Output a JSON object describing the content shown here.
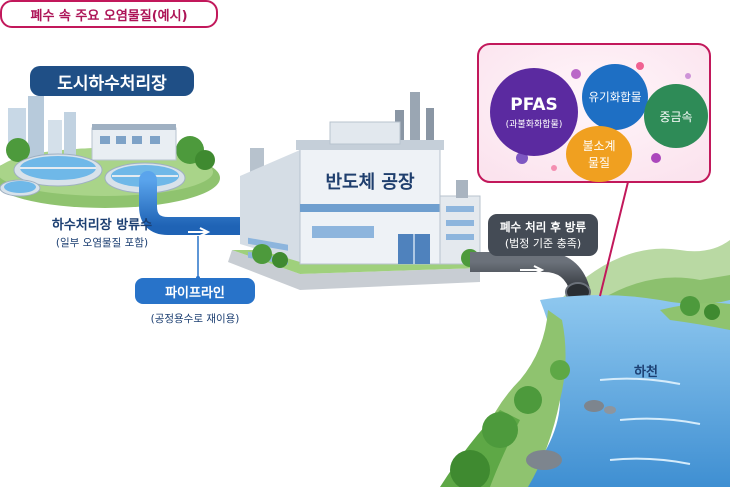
{
  "title": "도시하수처리장",
  "sewage": {
    "label": "하수처리장 방류수",
    "sub": "(일부 오염물질 포함)"
  },
  "pipeline": {
    "label": "파이프라인",
    "sub": "(공정용수로 재이용)"
  },
  "factory": {
    "label": "반도체 공장"
  },
  "discharge": {
    "line1": "폐수 처리 후 방류",
    "line2": "(법정 기준 충족)"
  },
  "river": {
    "label": "하천"
  },
  "pollutants": {
    "header": "폐수 속 주요 오염물질(예시)",
    "items": [
      {
        "main": "PFAS",
        "sub": "(과불화화합물)",
        "color": "#5b2aa0"
      },
      {
        "main": "유기화합물",
        "color": "#1e6fc4"
      },
      {
        "main": "중금속",
        "color": "#2e8b57"
      },
      {
        "main": "불소계",
        "sub": "물질",
        "color": "#f0a020"
      }
    ]
  },
  "colors": {
    "navy": "#1f4f86",
    "pipe_blue": "#2873c9",
    "dark_pipe": "#444b55",
    "magenta": "#c2185b",
    "river": "#5aa8e0"
  }
}
